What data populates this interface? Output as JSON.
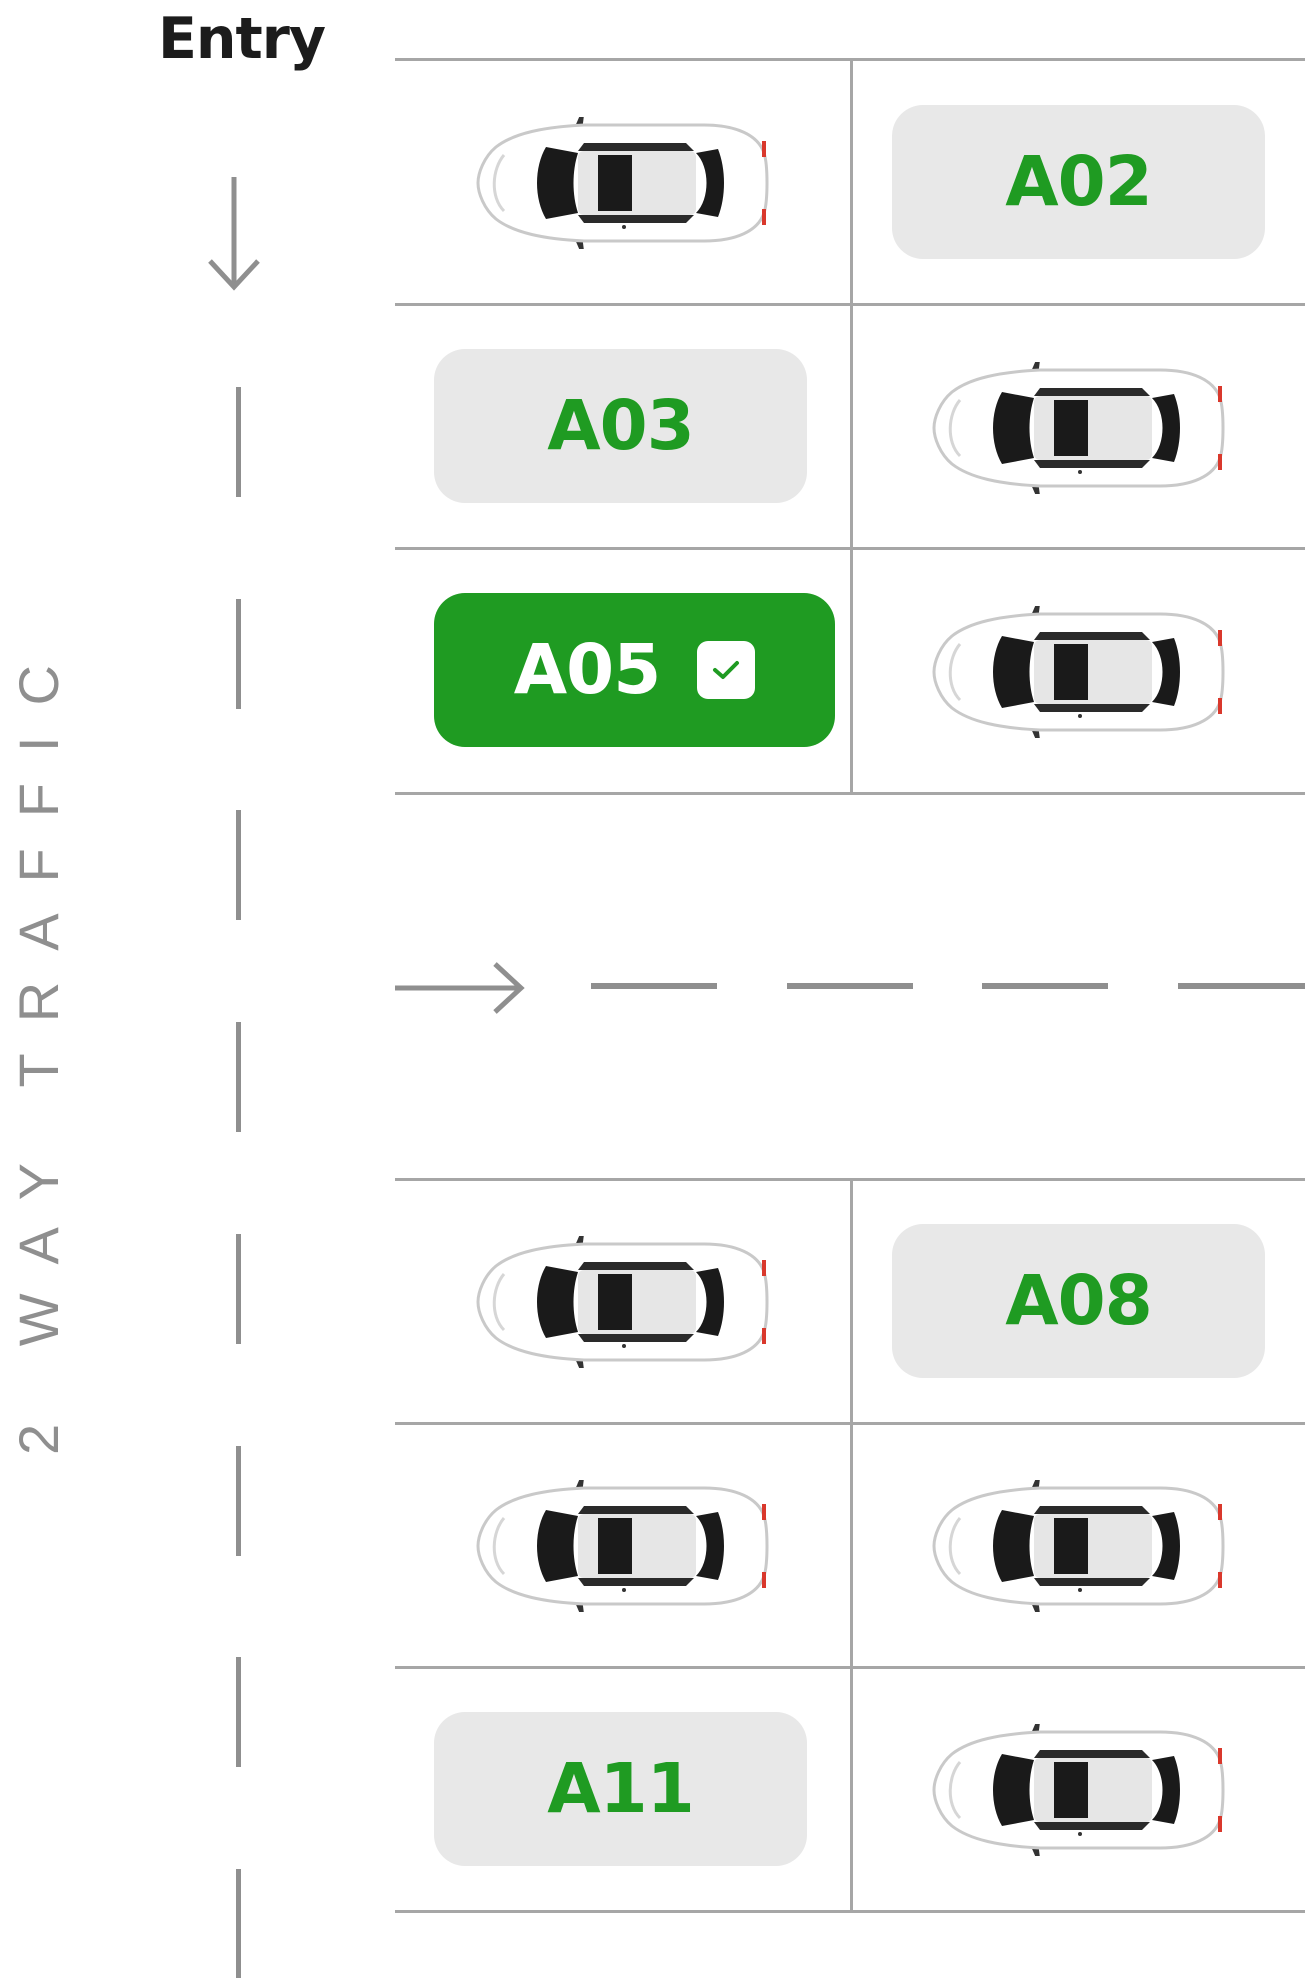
{
  "entry_label": "Entry",
  "side_label": "2 WAY TRAFFIC",
  "icons": {
    "entry_arrow": "arrow-down-icon",
    "lane_arrow": "arrow-right-icon",
    "selected_check": "checkmark-icon",
    "occupied": "car-top-view-icon"
  },
  "colors": {
    "available_text": "#1f9b22",
    "available_bg": "#e8e8e8",
    "selected_bg": "#1f9b22",
    "lines": "#a6a6a6"
  },
  "slots": {
    "a02": {
      "label": "A02",
      "status": "available"
    },
    "a03": {
      "label": "A03",
      "status": "available"
    },
    "a05": {
      "label": "A05",
      "status": "selected"
    },
    "a08": {
      "label": "A08",
      "status": "available"
    },
    "a11": {
      "label": "A11",
      "status": "available"
    }
  }
}
